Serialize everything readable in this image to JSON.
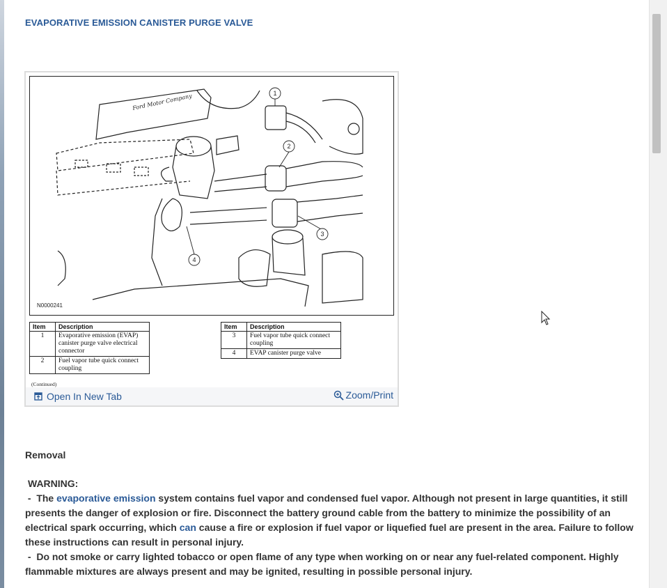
{
  "page": {
    "title": "EVAPORATIVE EMISSION CANISTER PURGE VALVE"
  },
  "figure": {
    "figure_id": "N0000241",
    "callouts": [
      "1",
      "2",
      "3",
      "4"
    ],
    "brand_script": "Ford Motor Company",
    "table_left": {
      "headers": [
        "Item",
        "Description"
      ],
      "rows": [
        {
          "item": "1",
          "desc": "Evaporative emission (EVAP) canister purge valve electrical connector"
        },
        {
          "item": "2",
          "desc": "Fuel vapor tube quick connect coupling"
        }
      ]
    },
    "table_right": {
      "headers": [
        "Item",
        "Description"
      ],
      "rows": [
        {
          "item": "3",
          "desc": "Fuel vapor tube quick connect coupling"
        },
        {
          "item": "4",
          "desc": "EVAP canister purge valve"
        }
      ]
    },
    "continued": "(Continued)",
    "open_tab_label": "Open In New Tab",
    "zoom_label": "Zoom/Print"
  },
  "section": {
    "heading": "Removal",
    "warning_label": "WARNING:",
    "w1_prefix": " -  The ",
    "w1_link": "evaporative emission",
    "w1_mid": " system contains fuel vapor and condensed fuel vapor. Although not present in large quantities, it still presents the danger of explosion or fire. Disconnect the battery ground cable from the battery to minimize the possibility of an electrical spark occurring, which ",
    "w1_link2": "can",
    "w1_end": " cause a fire or explosion if fuel vapor or liquefied fuel are present in the area. Failure to follow these instructions can result in personal injury.",
    "w2": " -  Do not smoke or carry lighted tobacco or open flame of any type when working on or near any fuel-related component. Highly flammable mixtures are always present and may be ignited, resulting in possible personal injury."
  },
  "colors": {
    "accent": "#2a5a97",
    "text": "#333333"
  }
}
